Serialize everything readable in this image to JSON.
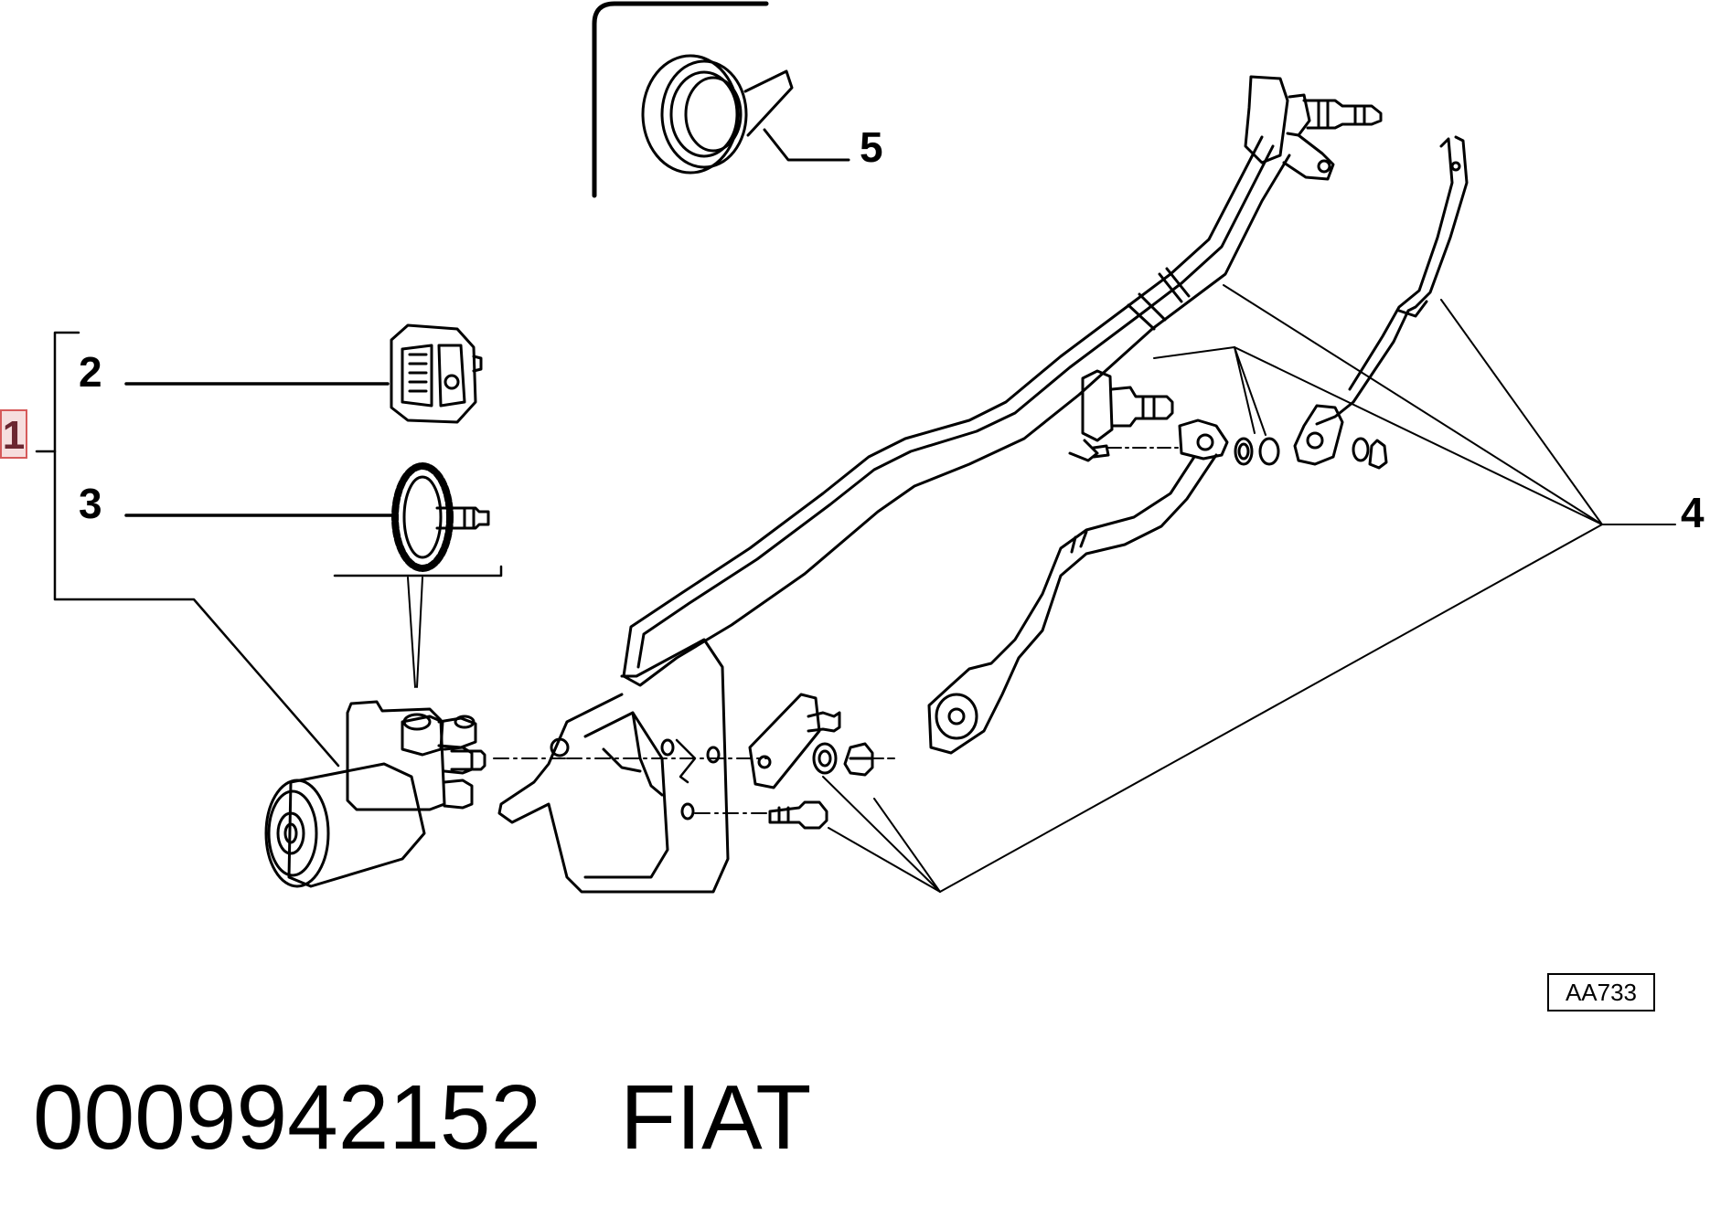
{
  "diagram": {
    "callouts": {
      "1": "1",
      "2": "2",
      "3": "3",
      "4": "4",
      "5": "5"
    },
    "diagram_code": "AA733",
    "caption": {
      "part_number": "0009942152",
      "brand": "FIAT"
    },
    "colors": {
      "line": "#000000",
      "background": "#ffffff",
      "highlight_fill": "#f6dede",
      "highlight_border": "#d65a5a",
      "highlight_text": "#6b2630"
    }
  }
}
